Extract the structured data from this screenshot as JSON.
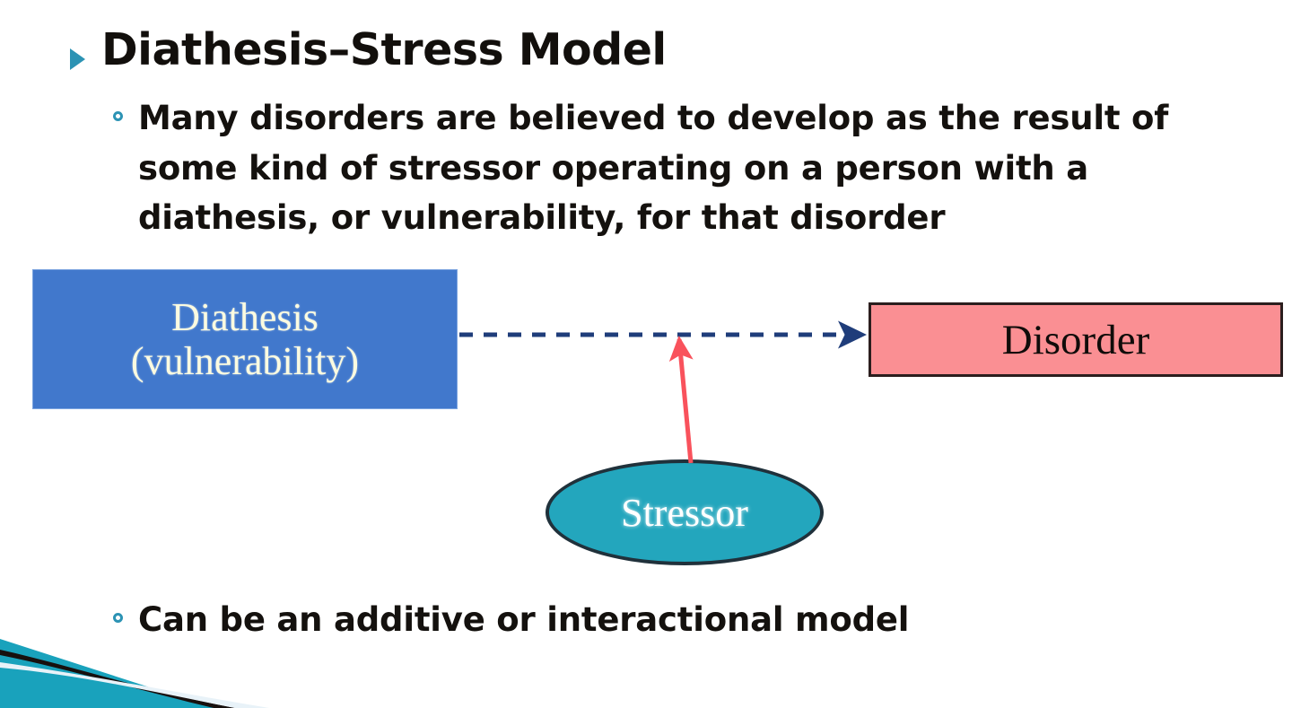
{
  "slide": {
    "title": "Diathesis–Stress Model",
    "title_bullet_icon": "triangle-bullet-icon",
    "bullets": [
      {
        "marker_icon": "ring-bullet-icon",
        "text": "Many disorders are believed to develop as the result of some kind of stressor operating on a person with a diathesis, or vulnerability, for that disorder"
      },
      {
        "marker_icon": "ring-bullet-icon",
        "text": "Can be an additive or interactional model"
      }
    ]
  },
  "diagram": {
    "diathesis_box": {
      "line1": "Diathesis",
      "line2": "(vulnerability)",
      "fill": "#4178CC",
      "text_color": "#FBFBE0"
    },
    "disorder_box": {
      "label": "Disorder",
      "fill": "#FA8F93",
      "border": "#2B1E1E",
      "text_color": "#100C0A"
    },
    "stressor_ellipse": {
      "label": "Stressor",
      "fill": "#23A6BD",
      "border": "#20313B",
      "text_color": "#FFFFFF"
    },
    "arrows": {
      "diathesis_to_disorder": {
        "icon": "dashed-arrow-right-icon",
        "color": "#1F3D7A",
        "style": "dashed"
      },
      "stressor_to_path": {
        "icon": "arrow-up-icon",
        "color": "#F9525C",
        "style": "solid"
      }
    }
  },
  "decoration": {
    "corner_wedge_icon": "corner-wedge-decoration",
    "teal": "#19A2BC",
    "dark": "#17100E",
    "pale": "#E8F2F8"
  }
}
